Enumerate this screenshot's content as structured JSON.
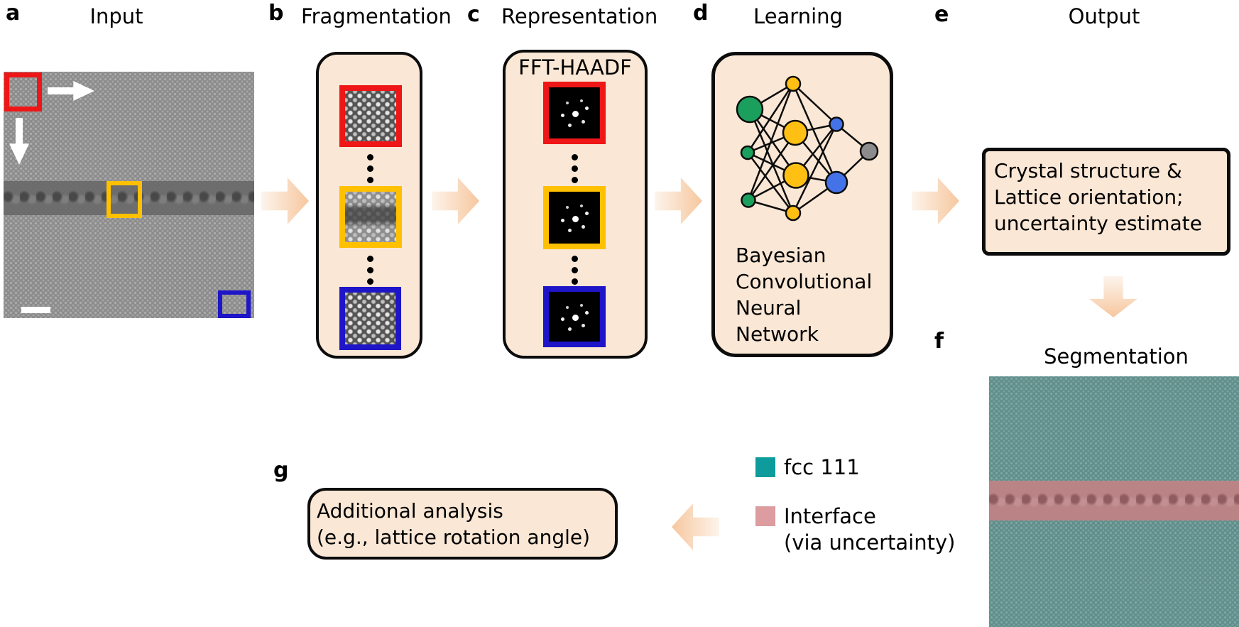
{
  "figure": {
    "panels": {
      "a": {
        "label": "a",
        "title": "Input"
      },
      "b": {
        "label": "b",
        "title": "Fragmentation"
      },
      "c": {
        "label": "c",
        "title": "Representation",
        "box_label": "FFT-HAADF"
      },
      "d": {
        "label": "d",
        "title": "Learning",
        "caption_lines": [
          "Bayesian",
          "Convolutional",
          "Neural",
          "Network"
        ]
      },
      "e": {
        "label": "e",
        "title": "Output",
        "box_lines": [
          "Crystal structure &",
          "Lattice orientation;",
          "uncertainty estimate"
        ]
      },
      "f": {
        "label": "f",
        "title": "Segmentation"
      },
      "g": {
        "label": "g",
        "box_lines": [
          "Additional analysis",
          "(e.g., lattice rotation angle)"
        ]
      }
    },
    "legend": {
      "items": [
        {
          "swatch_color": "#0D9B9B",
          "label": "fcc 111"
        },
        {
          "swatch_color": "#DC9CA0",
          "label": "Interface",
          "label_line2": "(via uncertainty)"
        }
      ]
    },
    "colors": {
      "panel_fill": "#FAE7D5",
      "arrow_gradient_light": "#FDF4EC",
      "arrow_gradient_dark": "#F6C79E",
      "fragment_red": "#EE1616",
      "fragment_yellow": "#FFC000",
      "fragment_blue": "#1E14C8",
      "node_green": "#1AA05C",
      "node_yellow": "#FFC013",
      "node_blue": "#4472E8",
      "node_gray": "#8C8C8C",
      "segment_teal": "#5F8E8B",
      "segment_interface_pink": "#BA8486"
    }
  }
}
